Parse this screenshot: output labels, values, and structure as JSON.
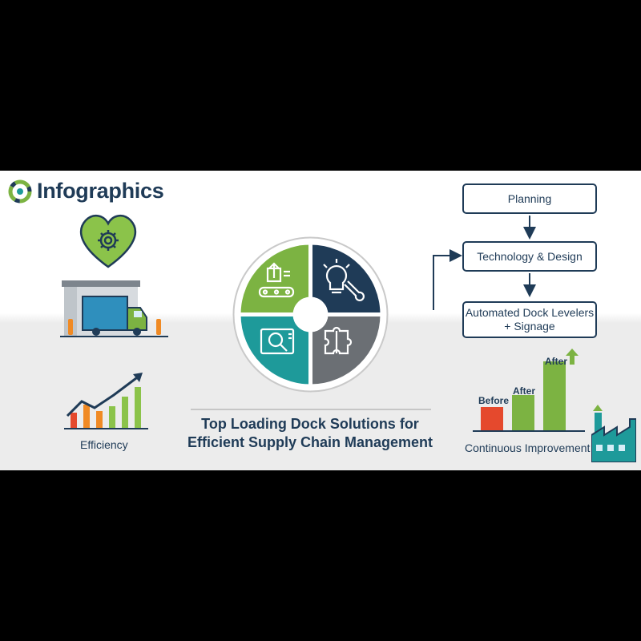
{
  "brand": {
    "name": "Infographics",
    "icon": "target-logo-icon"
  },
  "title": {
    "line1": "Top Loading Dock Solutions for",
    "line2": "Efficient Supply Chain Management"
  },
  "left_icons": [
    {
      "icon": "heart-gear-icon"
    },
    {
      "icon": "warehouse-truck-icon"
    },
    {
      "icon": "growth-chart-icon",
      "label": "Efficiency"
    }
  ],
  "center_wheel": {
    "quadrants": [
      {
        "icon": "conveyor-icon",
        "color": "#7cb342"
      },
      {
        "icon": "lightbulb-wrench-icon",
        "color": "#1f3b57"
      },
      {
        "icon": "magnifier-screen-icon",
        "color": "#1e9a9a"
      },
      {
        "icon": "puzzle-icon",
        "color": "#6b6f74"
      }
    ]
  },
  "flow": {
    "steps": [
      "Planning",
      "Technology & Design",
      "Automated Dock Levelers\n+ Signage"
    ]
  },
  "improvement": {
    "bars": [
      {
        "label": "Before",
        "value": 1,
        "color": "#e5492d"
      },
      {
        "label": "After",
        "value": 1.5,
        "color": "#7cb342"
      },
      {
        "label": "After",
        "value": 2.9,
        "color": "#7cb342"
      }
    ],
    "caption": "Continuous Improvement",
    "icon": "factory-icon"
  },
  "colors": {
    "navy": "#1f3b57",
    "green": "#7cb342",
    "teal": "#1e9a9a",
    "grey": "#6b6f74",
    "red": "#e5492d",
    "orange": "#f08a24"
  }
}
